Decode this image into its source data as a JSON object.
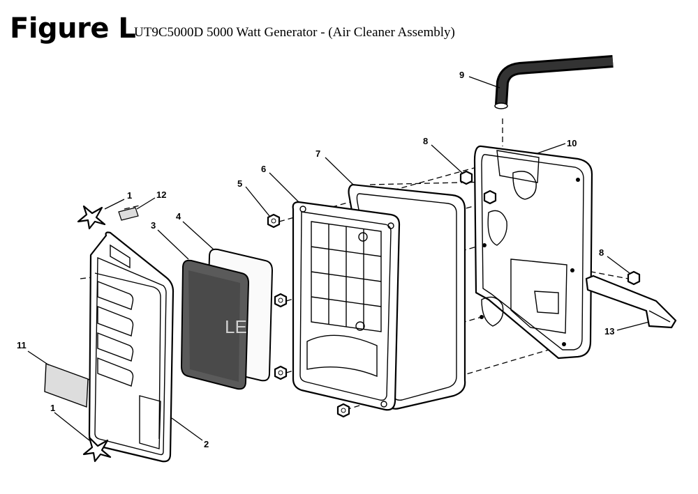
{
  "figure": {
    "heading": "Figure L",
    "title": "UT9C5000D 5000 Watt Generator -  (Air Cleaner Assembly)"
  },
  "callouts": {
    "c1_top": "1",
    "c12": "12",
    "c3": "3",
    "c4": "4",
    "c5": "5",
    "c6": "6",
    "c7": "7",
    "c8_top": "8",
    "c9": "9",
    "c10": "10",
    "c8_right": "8",
    "c13": "13",
    "c11": "11",
    "c1_bottom": "1",
    "c2": "2"
  },
  "watermark": "LE"
}
